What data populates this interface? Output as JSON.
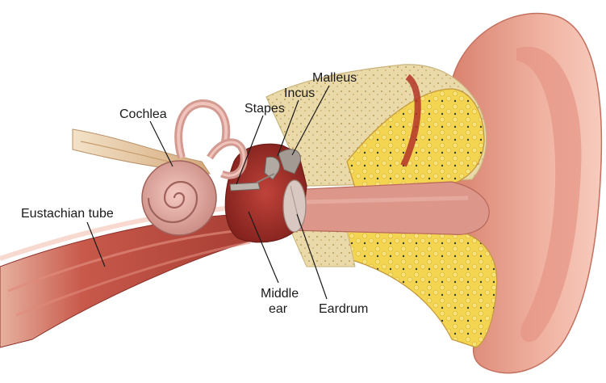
{
  "labels": {
    "cochlea": "Cochlea",
    "stapes": "Stapes",
    "incus": "Incus",
    "malleus": "Malleus",
    "eustachian_tube": "Eustachian tube",
    "middle_ear_line1": "Middle",
    "middle_ear_line2": "ear",
    "eardrum": "Eardrum"
  },
  "colors": {
    "background": "#ffffff",
    "skin": "#e9a18f",
    "skin_dark": "#d27f6e",
    "skin_light": "#f5c1b1",
    "canal": "#d98f82",
    "bone": "#e7d7a8",
    "bone_edge": "#c9b47c",
    "marrow": "#f3d24a",
    "muscle": "#c0473c",
    "muscle_light": "#d8665a",
    "cavity": "#a8302a",
    "nerve": "#d8b58a",
    "ossicle": "#9c8f86"
  }
}
